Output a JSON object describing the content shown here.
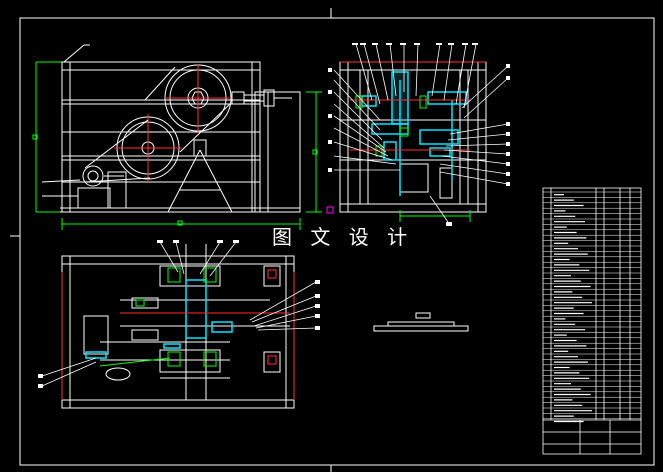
{
  "watermark": {
    "text": "图 文 设 计"
  },
  "colors": {
    "background": "#000000",
    "frame": "#ffffff",
    "outline": "#ffffff",
    "dimension": "#00ff00",
    "center_line": "#ff3030",
    "highlight": "#00e5ff",
    "leader": "#ffffff",
    "pink": "#ff00ff"
  },
  "icons": {
    "pulley": "concentric-circles",
    "gear": "circle-with-hub",
    "motor": "rounded-rect",
    "bearing": "small-rect"
  }
}
